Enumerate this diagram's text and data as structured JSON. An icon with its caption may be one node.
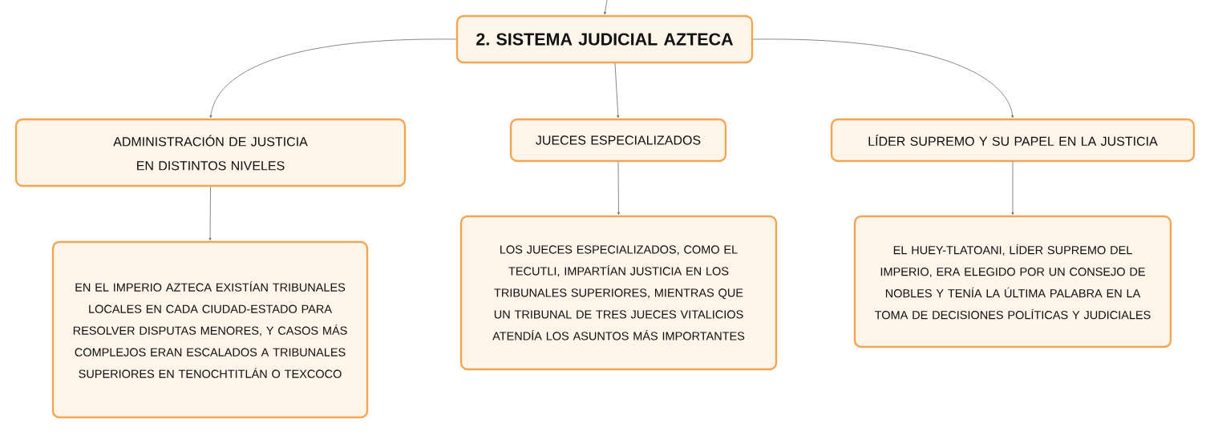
{
  "diagram": {
    "nodes": [
      {
        "text": [
          "2. SISTEMA JUDICIAL AZTECA"
        ]
      },
      {
        "text": [
          "ADMINISTRACIÓN DE JUSTICIA EN DISTINTOS NIVELES"
        ]
      },
      {
        "text": [
          "JUECES ESPECIALIZADOS"
        ]
      },
      {
        "text": [
          "LÍDER SUPREMO Y SU PAPEL EN LA JUSTICIA"
        ]
      },
      {
        "text": [
          "EN EL IMPERIO AZTECA EXISTÍAN TRIBUNALES LOCALES EN CADA CIUDAD-ESTADO PARA RESOLVER DISPUTAS MENORES, Y CASOS MÁS COMPLEJOS ERAN ESCALADOS A TRIBUNALES SUPERIORES EN TENOCHTITLÁN O TEXCOCO"
        ]
      },
      {
        "text": [
          "LOS JUECES ESPECIALIZADOS, COMO EL TECUTLI, IMPARTÍAN JUSTICIA EN LOS TRIBUNALES SUPERIORES, MIENTRAS QUE UN TRIBUNAL DE TRES JUECES VITALICIOS ATENDÍA LOS ASUNTOS MÁS IMPORTANTES"
        ]
      },
      {
        "text": [
          "EL HUEY-TLATOANI, LÍDER SUPREMO DEL IMPERIO, ERA ELEGIDO POR UN CONSEJO DE NOBLES Y TENÍA LA ÚLTIMA PALABRA EN LA TOMA DE DECISIONES POLÍTICAS Y JUDICIALES"
        ]
      }
    ],
    "edges": [
      {
        "from": null,
        "to": 0,
        "arrow": "to"
      },
      {
        "from": 0,
        "to": 1,
        "arrow": "to"
      },
      {
        "from": 0,
        "to": 2,
        "arrow": "to"
      },
      {
        "from": 0,
        "to": 3,
        "arrow": "to"
      },
      {
        "from": 1,
        "to": 4,
        "arrow": "to"
      },
      {
        "from": 2,
        "to": 5,
        "arrow": "to"
      },
      {
        "from": 3,
        "to": 6,
        "arrow": "to"
      }
    ]
  }
}
